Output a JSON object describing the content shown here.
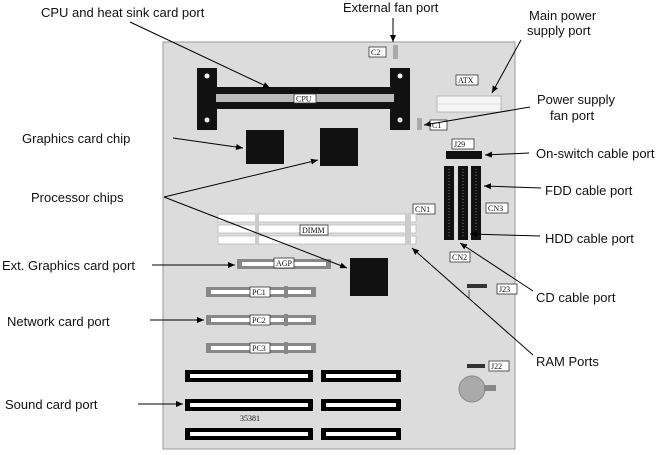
{
  "labels": {
    "cpu_port": "CPU and heat sink card port",
    "ext_fan": "External fan port",
    "main_power": "Main power",
    "main_power_2": "supply port",
    "psu_fan": "Power supply",
    "psu_fan_2": "fan port",
    "graphics_chip": "Graphics card chip",
    "on_switch": "On-switch cable port",
    "processor_chips": "Processor chips",
    "fdd": "FDD cable port",
    "hdd": "HDD cable port",
    "ext_graphics": "Ext. Graphics card port",
    "cd": "CD cable port",
    "network": "Network card port",
    "ram": "RAM Ports",
    "sound": "Sound card port"
  },
  "board_tags": {
    "c2": "C2",
    "atx": "ATX",
    "cpu": "CPU",
    "c1": "C1",
    "j29": "J29",
    "cn1": "CN1",
    "cn3": "CN3",
    "cn2": "CN2",
    "dimm": "DIMM",
    "agp": "AGP",
    "pc1": "PC1",
    "pc2": "PC2",
    "pc3": "PC3",
    "j23": "J23",
    "j22": "J22",
    "serial": "35381"
  },
  "colors": {
    "board": "#dcdcdc",
    "chip": "#111111",
    "slot_frame": "#888888",
    "black_slot": "#000000"
  }
}
